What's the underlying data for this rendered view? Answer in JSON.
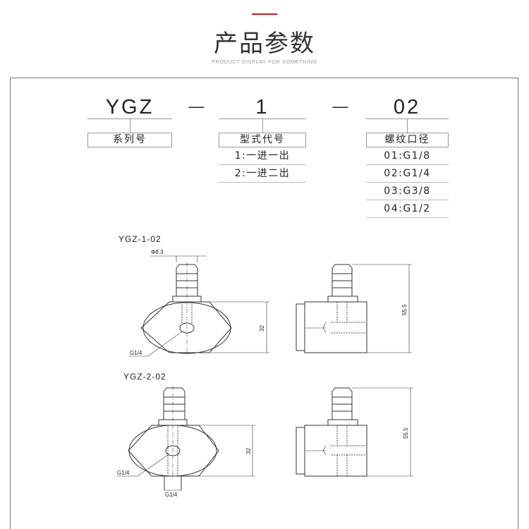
{
  "header": {
    "title": "产品参数",
    "subtitle": "PRODUCT DISPLAY FOR SOMETHING",
    "accent": "#c8191e"
  },
  "code": {
    "parts": [
      "YGZ",
      "1",
      "02"
    ],
    "separator": "—",
    "series": {
      "label": "系列号"
    },
    "type": {
      "label": "型式代号",
      "options": [
        "1:一进一出",
        "2:一进二出"
      ]
    },
    "thread": {
      "label": "螺纹口径",
      "options": [
        "01:G1/8",
        "02:G1/4",
        "03:G3/8",
        "04:G1/2"
      ]
    }
  },
  "drawings": [
    {
      "title": "YGZ-1-02",
      "barb_dia": "Φ8.3",
      "port": "G1/4",
      "hex_height": "32",
      "total_height": "55.5"
    },
    {
      "title": "YGZ-2-02",
      "port": "G1/4",
      "bottom_port": "G1/4",
      "hex_height": "32",
      "total_height": "55.5"
    }
  ]
}
